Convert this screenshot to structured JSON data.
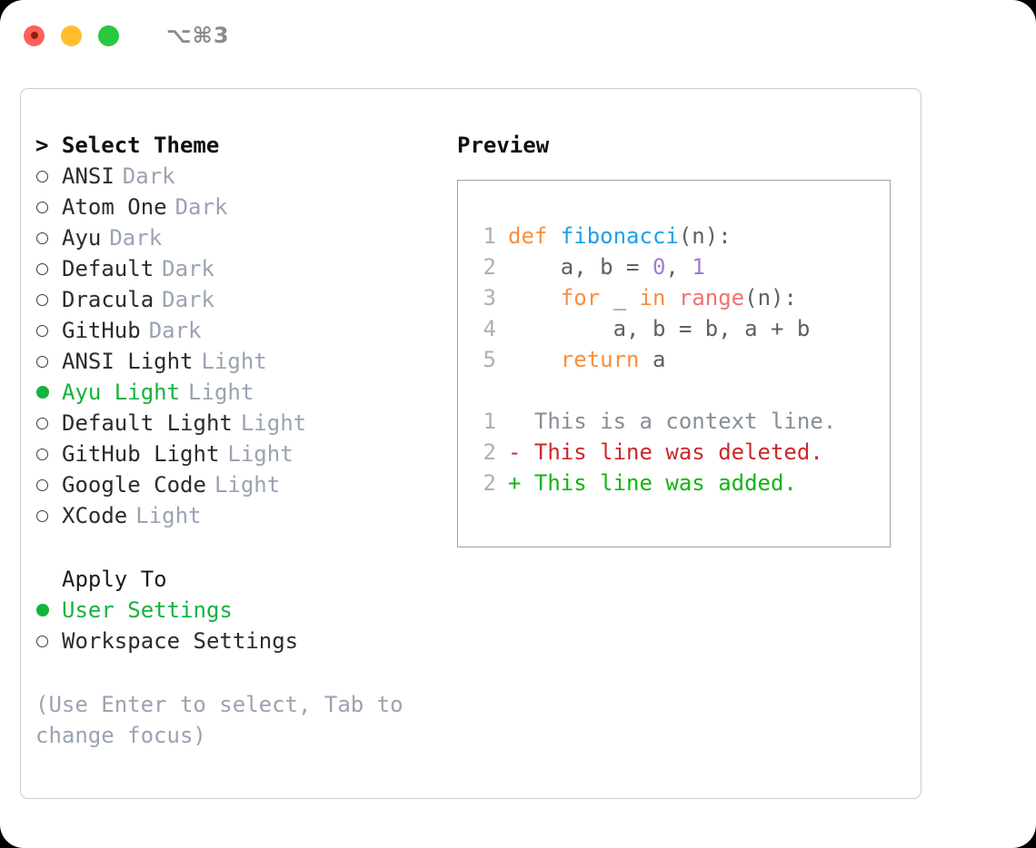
{
  "window": {
    "shortcut": "⌥⌘3",
    "traffic_lights": [
      "close-red",
      "minimize-yellow",
      "maximize-green"
    ]
  },
  "theme_panel": {
    "heading": "> Select Theme",
    "items": [
      {
        "bullet": "ring",
        "name": "ANSI",
        "tag": "Dark",
        "selected": false
      },
      {
        "bullet": "ring",
        "name": "Atom One",
        "tag": "Dark",
        "selected": false
      },
      {
        "bullet": "ring",
        "name": "Ayu",
        "tag": "Dark",
        "selected": false
      },
      {
        "bullet": "ring",
        "name": "Default",
        "tag": "Dark",
        "selected": false
      },
      {
        "bullet": "ring",
        "name": "Dracula",
        "tag": "Dark",
        "selected": false
      },
      {
        "bullet": "ring",
        "name": "GitHub",
        "tag": "Dark",
        "selected": false
      },
      {
        "bullet": "ring",
        "name": "ANSI Light",
        "tag": "Light",
        "selected": false
      },
      {
        "bullet": "dot",
        "name": "Ayu Light",
        "tag": "Light",
        "selected": true
      },
      {
        "bullet": "ring",
        "name": "Default Light",
        "tag": "Light",
        "selected": false
      },
      {
        "bullet": "ring",
        "name": "GitHub Light",
        "tag": "Light",
        "selected": false
      },
      {
        "bullet": "ring",
        "name": "Google Code",
        "tag": "Light",
        "selected": false
      },
      {
        "bullet": "ring",
        "name": "XCode",
        "tag": "Light",
        "selected": false
      }
    ]
  },
  "apply_to": {
    "label": "Apply To",
    "items": [
      {
        "bullet": "dot",
        "name": "User Settings",
        "selected": true
      },
      {
        "bullet": "ring",
        "name": "Workspace Settings",
        "selected": false
      }
    ]
  },
  "hint": "(Use Enter to select, Tab to change focus)",
  "preview": {
    "heading": "Preview",
    "code_lines": [
      {
        "ln": "1",
        "tokens": [
          {
            "text": "def ",
            "kind": "keyword"
          },
          {
            "text": "fibonacci",
            "kind": "function"
          },
          {
            "text": "(n):",
            "kind": "plain"
          }
        ]
      },
      {
        "ln": "2",
        "tokens": [
          {
            "text": "    a, b = ",
            "kind": "plain"
          },
          {
            "text": "0",
            "kind": "number"
          },
          {
            "text": ", ",
            "kind": "plain"
          },
          {
            "text": "1",
            "kind": "number"
          }
        ]
      },
      {
        "ln": "3",
        "tokens": [
          {
            "text": "    ",
            "kind": "plain"
          },
          {
            "text": "for",
            "kind": "keyword"
          },
          {
            "text": " _ ",
            "kind": "plain"
          },
          {
            "text": "in",
            "kind": "keyword"
          },
          {
            "text": " ",
            "kind": "plain"
          },
          {
            "text": "range",
            "kind": "call"
          },
          {
            "text": "(n):",
            "kind": "plain"
          }
        ]
      },
      {
        "ln": "4",
        "tokens": [
          {
            "text": "        a, b = b, a + b",
            "kind": "plain"
          }
        ]
      },
      {
        "ln": "5",
        "tokens": [
          {
            "text": "    ",
            "kind": "plain"
          },
          {
            "text": "return",
            "kind": "keyword"
          },
          {
            "text": " a",
            "kind": "plain"
          }
        ]
      }
    ],
    "diff_lines": [
      {
        "ln": "1",
        "marker": " ",
        "text": " This is a context line.",
        "kind": "context"
      },
      {
        "ln": "2",
        "marker": "-",
        "text": " This line was deleted.",
        "kind": "deleted"
      },
      {
        "ln": "2",
        "marker": "+",
        "text": " This line was added.",
        "kind": "added"
      }
    ]
  },
  "colors": {
    "accent_green": "#14b33d",
    "muted": "#9aa3b2",
    "keyword": "#fa8d3e",
    "function": "#1e9fe8",
    "number": "#a37acc",
    "call": "#f07171",
    "diff_deleted": "#c92a2a",
    "diff_added": "#12b512",
    "line_number": "#abb0b6",
    "border": "#c9ccd3"
  }
}
